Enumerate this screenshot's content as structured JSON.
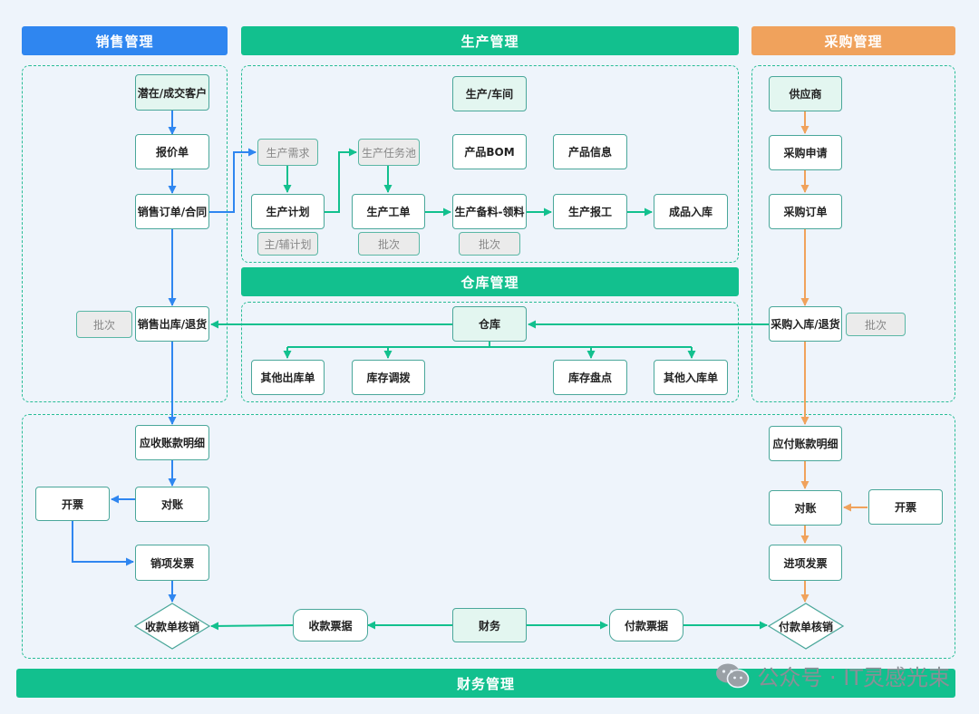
{
  "headers": {
    "sales": "销售管理",
    "production": "生产管理",
    "purchase": "采购管理",
    "warehouse": "仓库管理",
    "finance": "财务管理"
  },
  "sales": {
    "customer": "潜在/成交客户",
    "quote": "报价单",
    "order": "销售订单/合同",
    "outbound": "销售出库/退货",
    "batch": "批次"
  },
  "production": {
    "workshop": "生产/车间",
    "demand": "生产需求",
    "task_pool": "生产任务池",
    "bom": "产品BOM",
    "product_info": "产品信息",
    "plan": "生产计划",
    "work_order": "生产工单",
    "material": "生产备料-领料",
    "report": "生产报工",
    "finished": "成品入库",
    "plan_sub": "主/辅计划",
    "batch1": "批次",
    "batch2": "批次"
  },
  "purchase": {
    "supplier": "供应商",
    "request": "采购申请",
    "order": "采购订单",
    "inbound": "采购入库/退货",
    "batch": "批次"
  },
  "warehouse": {
    "center": "仓库",
    "other_out": "其他出库单",
    "transfer": "库存调拨",
    "stocktake": "库存盘点",
    "other_in": "其他入库单"
  },
  "finance": {
    "receivable": "应收账款明细",
    "reconcile_left": "对账",
    "invoice_left": "开票",
    "sales_invoice": "销项发票",
    "receipt_verify": "收款单核销",
    "receipt_note": "收款票据",
    "finance": "财务",
    "payment_note": "付款票据",
    "payment_verify": "付款单核销",
    "payable": "应付账款明细",
    "reconcile_right": "对账",
    "invoice_right": "开票",
    "purchase_invoice": "进项发票"
  },
  "watermark": "公众号 · IT灵感光束",
  "colors": {
    "blue": "#2f86f0",
    "green": "#12c08e",
    "orange": "#f0a25c"
  }
}
